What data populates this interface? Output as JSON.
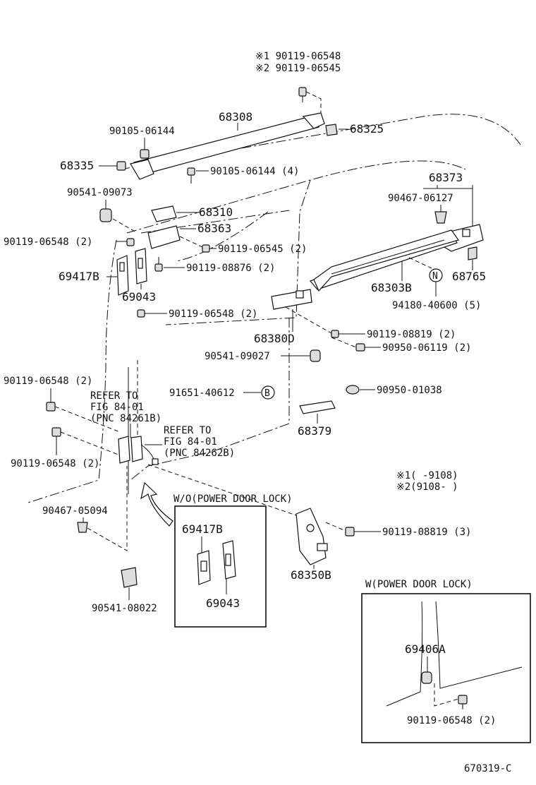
{
  "notes": {
    "top_variant_1": "※1 90119-06548",
    "top_variant_2": "※2 90119-06545",
    "legend_1": "※1(      -9108)",
    "legend_2": "※2(9108-      )"
  },
  "labels": {
    "p68308": "68308",
    "p68325": "68325",
    "p90105_06144": "90105-06144",
    "p68335": "68335",
    "p90105_06144_4": "90105-06144 (4)",
    "p68373": "68373",
    "p90541_09073": "90541-09073",
    "p90467_06127": "90467-06127",
    "p68310": "68310",
    "p68363": "68363",
    "p90119_06548_2a": "90119-06548 (2)",
    "p90119_06545_2": "90119-06545 (2)",
    "p68765": "68765",
    "p69417B": "69417B",
    "p90119_08876_2": "90119-08876 (2)",
    "p68303B": "68303B",
    "p69043": "69043",
    "p94180_40600_5": "94180-40600 (5)",
    "p90119_06548_2b": "90119-06548 (2)",
    "p68380D": "68380D",
    "p90119_08819_2": "90119-08819 (2)",
    "p90950_06119_2": "90950-06119 (2)",
    "p90541_09027": "90541-09027",
    "p90119_06548_2c": "90119-06548 (2)",
    "p91651_40612": "91651-40612",
    "p90950_01038": "90950-01038",
    "p68379": "68379",
    "p90119_06548_2d": "90119-06548 (2)",
    "p90467_05094": "90467-05094",
    "p90119_08819_3": "90119-08819 (3)",
    "p68350B": "68350B",
    "p90541_08022": "90541-08022"
  },
  "refer_1": {
    "line1": "REFER TO",
    "line2": "FIG 84-01",
    "line3": "(PNC 84261B)"
  },
  "refer_2": {
    "line1": "REFER TO",
    "line2": "FIG 84-01",
    "line3": "(PNC 84262B)"
  },
  "markers": {
    "n": "N",
    "b": "B"
  },
  "inset_without": {
    "title": "W/O(POWER DOOR LOCK)",
    "p69417B": "69417B",
    "p69043": "69043"
  },
  "inset_with": {
    "title": "W(POWER DOOR LOCK)",
    "p69406A": "69406A",
    "p90119_06548_2": "90119-06548 (2)"
  },
  "footer": {
    "code": "670319-C"
  }
}
